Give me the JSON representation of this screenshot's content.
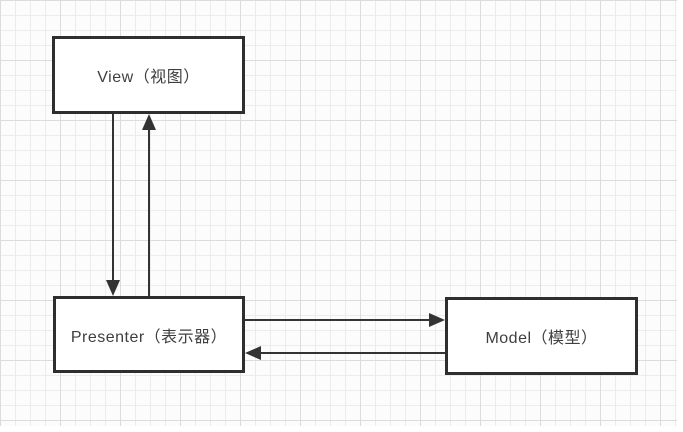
{
  "diagram": {
    "type": "flowchart",
    "pattern": "MVP",
    "background": "grid-paper",
    "nodes": [
      {
        "id": "view",
        "label": "View（视图）"
      },
      {
        "id": "presenter",
        "label": "Presenter（表示器）"
      },
      {
        "id": "model",
        "label": "Model（模型）"
      }
    ],
    "edges": [
      {
        "from": "view",
        "to": "presenter",
        "direction": "down"
      },
      {
        "from": "presenter",
        "to": "view",
        "direction": "up"
      },
      {
        "from": "presenter",
        "to": "model",
        "direction": "right"
      },
      {
        "from": "model",
        "to": "presenter",
        "direction": "left"
      }
    ],
    "colors": {
      "node_border": "#2e2e2e",
      "node_fill": "#ffffff",
      "arrow": "#333333",
      "text": "#3f3f3f",
      "paper": "#fcfcfc",
      "grid_minor": "#ececec",
      "grid_major": "#dcdcdc"
    }
  }
}
